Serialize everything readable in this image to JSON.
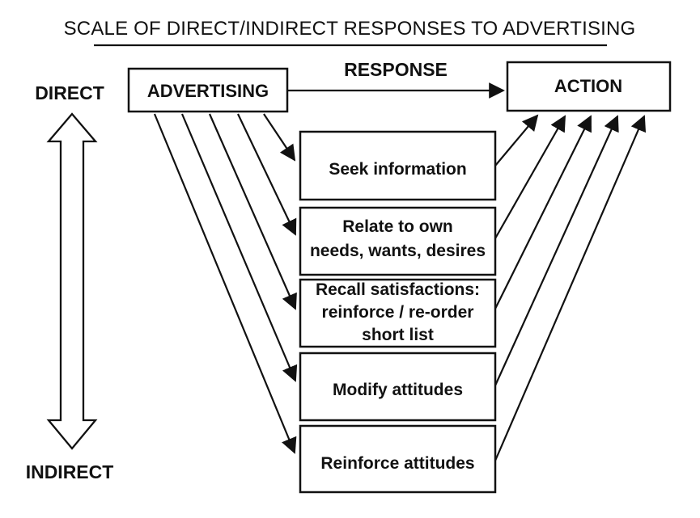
{
  "title": "SCALE OF DIRECT/INDIRECT RESPONSES TO ADVERTISING",
  "scale": {
    "top_label": "DIRECT",
    "bottom_label": "INDIRECT"
  },
  "response_label": "RESPONSE",
  "source_box": {
    "label": "ADVERTISING"
  },
  "target_box": {
    "label": "ACTION"
  },
  "stages": [
    {
      "lines": [
        "Seek information"
      ]
    },
    {
      "lines": [
        "Relate to own",
        "needs, wants, desires"
      ]
    },
    {
      "lines": [
        "Recall satisfactions:",
        "reinforce / re-order",
        "short list"
      ]
    },
    {
      "lines": [
        "Modify attitudes"
      ]
    },
    {
      "lines": [
        "Reinforce attitudes"
      ]
    }
  ],
  "colors": {
    "ink": "#111111",
    "paper": "#ffffff"
  }
}
